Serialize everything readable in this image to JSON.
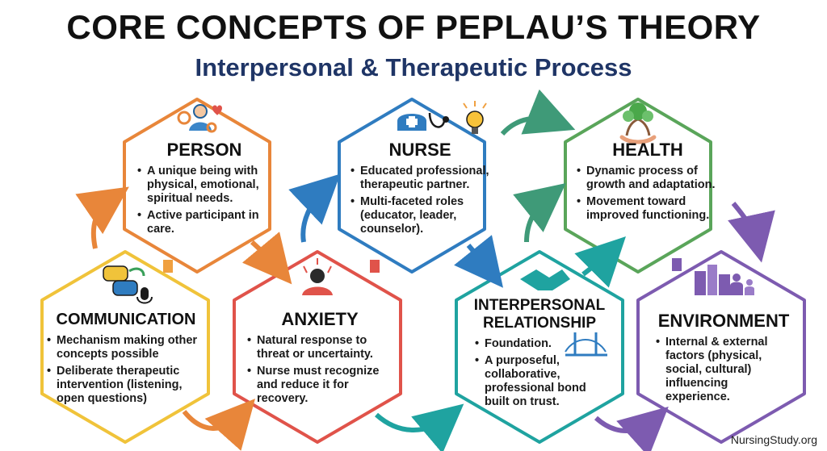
{
  "header": {
    "title": "CORE CONCEPTS OF PEPLAU’S THEORY",
    "subtitle": "Interpersonal & Therapeutic Process"
  },
  "colors": {
    "person": "#e8863a",
    "nurse": "#2f7cc0",
    "health": "#5aa55a",
    "communication": "#f0c33a",
    "anxiety": "#e0534a",
    "relationship": "#1fa3a0",
    "environment": "#7d5bb0"
  },
  "nodes": {
    "person": {
      "title": "PERSON",
      "icon": "nurse-care-icon",
      "bullets": [
        "A unique being with physical, emotional, spiritual needs.",
        "Active participant in care."
      ]
    },
    "nurse": {
      "title": "NURSE",
      "icon": "nurse-cap-stethoscope-icon",
      "bullets": [
        "Educated professional, therapeutic partner.",
        "Multi-faceted roles (educator, leader, counselor)."
      ]
    },
    "health": {
      "title": "HEALTH",
      "icon": "growing-tree-hands-icon",
      "bullets": [
        "Dynamic process of growth and adaptation.",
        "Movement toward improved functioning."
      ]
    },
    "communication": {
      "title": "COMMUNICATION",
      "icon": "chat-bubbles-microphone-icon",
      "bullets": [
        "Mechanism making other concepts possible",
        "Deliberate therapeutic intervention (listening, open questions)"
      ]
    },
    "anxiety": {
      "title": "ANXIETY",
      "icon": "stressed-person-icon",
      "bullets": [
        "Natural response to threat or uncertainty.",
        "Nurse must recognize and reduce it for recovery."
      ]
    },
    "relationship": {
      "title": "INTERPERSONAL RELATIONSHIP",
      "icon": "handshake-bridge-icon",
      "bullets": [
        "Foundation.",
        "A purposeful, collaborative, professional bond built on trust."
      ]
    },
    "environment": {
      "title": "Environment",
      "icon": "city-family-icon",
      "bullets": [
        "Internal & external factors (physical, social, cultural) influencing experience."
      ]
    }
  },
  "footer": "NursingStudy.org"
}
